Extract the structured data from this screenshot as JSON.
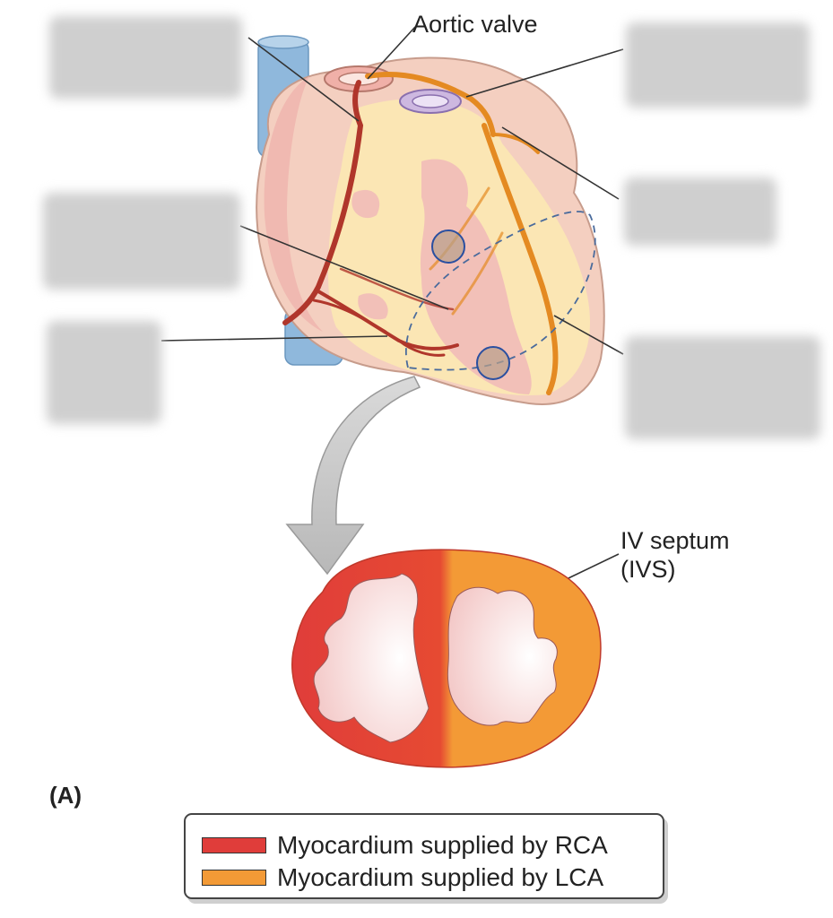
{
  "labels": {
    "aortic_valve": "Aortic valve",
    "iv_septum_line1": "IV septum",
    "iv_septum_line2": "(IVS)",
    "panel": "(A)"
  },
  "legend": {
    "items": [
      {
        "text": "Myocardium supplied by RCA",
        "color": "#e03d3a"
      },
      {
        "text": "Myocardium supplied by LCA",
        "color": "#f39a36"
      }
    ]
  },
  "colors": {
    "rca_artery": "#b0362b",
    "lca_artery": "#e48a22",
    "vessel_blue": "#8fb8dc",
    "heart_pink": "#f2c0b8",
    "heart_cream": "#fbe6b4",
    "section_red": "#e03d3a",
    "section_orange": "#f39a36"
  },
  "hidden_labels_count": 6
}
